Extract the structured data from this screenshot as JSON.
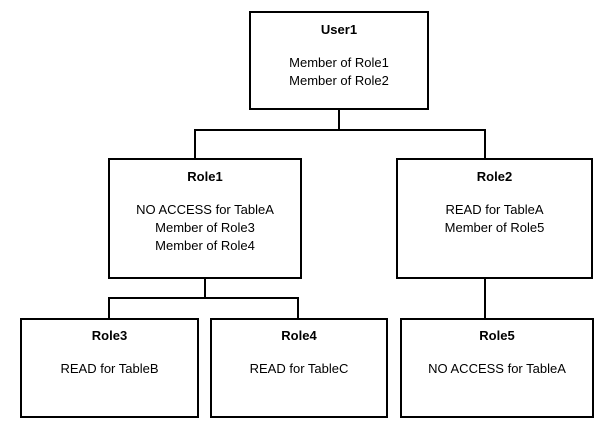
{
  "diagram": {
    "type": "hierarchy-tree",
    "background_color": "#ffffff",
    "line_color": "#000000",
    "box_border_color": "#000000",
    "box_fill_color": "#ffffff",
    "nodes": [
      {
        "id": "user1",
        "title": "User1",
        "lines": [
          "Member of Role1",
          "Member of Role2"
        ]
      },
      {
        "id": "role1",
        "title": "Role1",
        "lines": [
          "NO ACCESS for TableA",
          "Member of Role3",
          "Member of Role4"
        ]
      },
      {
        "id": "role2",
        "title": "Role2",
        "lines": [
          "READ for TableA",
          "Member of Role5"
        ]
      },
      {
        "id": "role3",
        "title": "Role3",
        "lines": [
          "READ for TableB"
        ]
      },
      {
        "id": "role4",
        "title": "Role4",
        "lines": [
          "READ for TableC"
        ]
      },
      {
        "id": "role5",
        "title": "Role5",
        "lines": [
          "NO ACCESS for TableA"
        ]
      }
    ],
    "edges": [
      {
        "from": "user1",
        "to": "role1"
      },
      {
        "from": "user1",
        "to": "role2"
      },
      {
        "from": "role1",
        "to": "role3"
      },
      {
        "from": "role1",
        "to": "role4"
      },
      {
        "from": "role2",
        "to": "role5"
      }
    ]
  }
}
